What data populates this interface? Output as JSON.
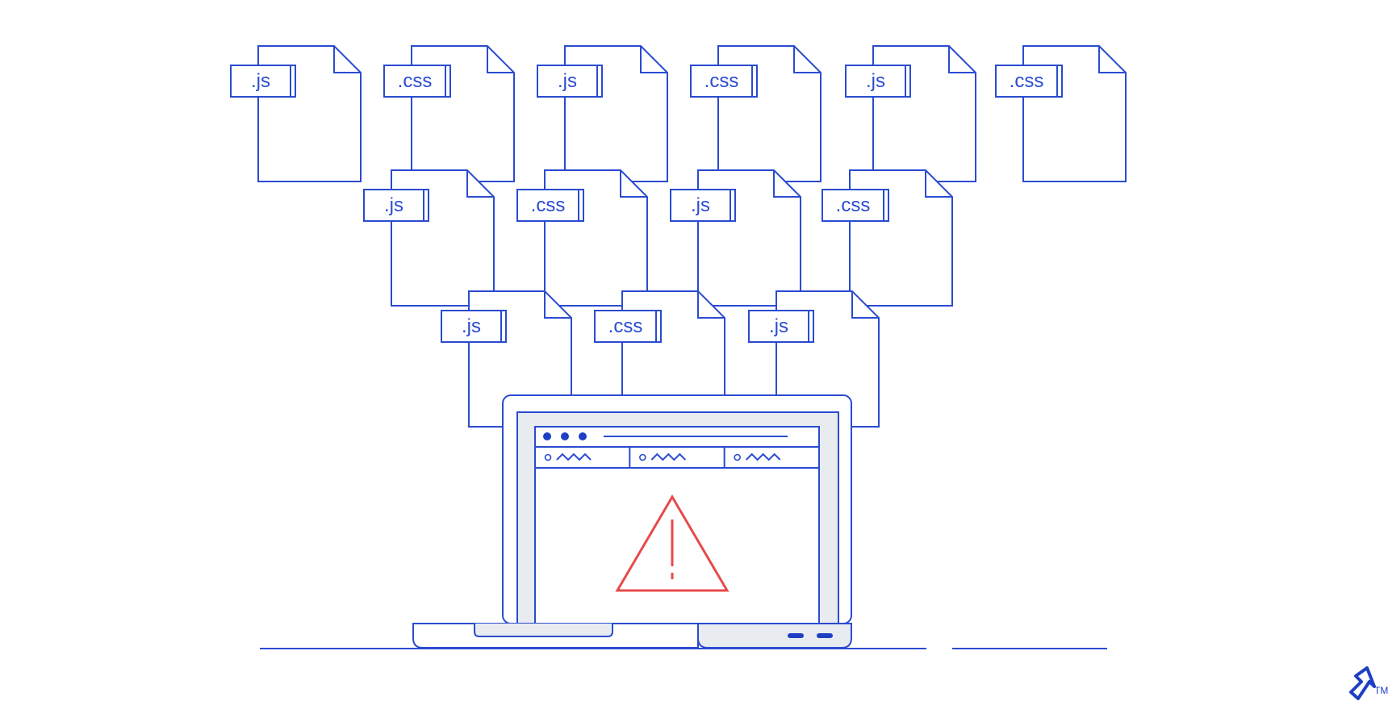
{
  "colors": {
    "line": "#2a4bd1",
    "screen_gray": "#e8ebef",
    "warning": "#e84a4a",
    "logo": "#1e3fc4"
  },
  "files": [
    {
      "ext": ".js"
    },
    {
      "ext": ".css"
    },
    {
      "ext": ".js"
    },
    {
      "ext": ".css"
    },
    {
      "ext": ".js"
    },
    {
      "ext": ".css"
    },
    {
      "ext": ".js"
    },
    {
      "ext": ".css"
    },
    {
      "ext": ".js"
    },
    {
      "ext": ".css"
    },
    {
      "ext": ".js"
    },
    {
      "ext": ".css"
    },
    {
      "ext": ".js"
    }
  ],
  "browser": {
    "window_dots": 3,
    "tabs": [
      {
        "icon": "circle-icon",
        "label_icon": "squiggle-icon"
      },
      {
        "icon": "circle-icon",
        "label_icon": "squiggle-icon"
      },
      {
        "icon": "circle-icon",
        "label_icon": "squiggle-icon"
      }
    ]
  },
  "warning": {
    "icon": "warning-triangle-icon"
  },
  "logo": {
    "icon": "toptal-logo-icon",
    "trademark": "TM"
  }
}
